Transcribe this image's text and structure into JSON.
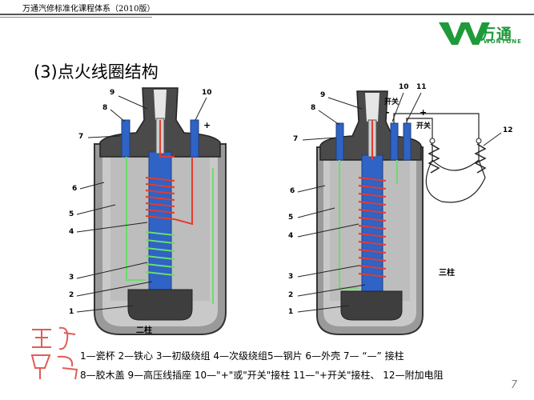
{
  "header": {
    "title": "万通汽修标准化课程体系（2010版）"
  },
  "logo": {
    "cn": "万通",
    "en": "WONTONE",
    "color": "#1f9a3a"
  },
  "heading": "(3)点火线圈结构",
  "left_coil": {
    "caption": "二柱",
    "numbers": [
      "9",
      "8",
      "7",
      "10",
      "+",
      "6",
      "5",
      "4",
      "3",
      "2",
      "1"
    ]
  },
  "right_coil": {
    "caption": "三柱",
    "numbers": [
      "9",
      "8",
      "7",
      "10",
      "11",
      "开关",
      "-",
      "+",
      "开关",
      "12",
      "6",
      "5",
      "4",
      "3",
      "2",
      "1"
    ]
  },
  "legend": {
    "line1": "1—瓷杯  2—铁心  3—初级绕组   4—次级绕组5—钢片  6—外壳  7— “—” 接柱",
    "line2": "8—胶木盖  9—高压线插座   10—\"+\"或\"开关\"接柱   11—\"+开关\"接柱、  12—附加电阻"
  },
  "page_number": "7",
  "colors": {
    "secondary_winding": "#e53a2f",
    "primary_winding": "#6bdc6b",
    "core": "#2f63c6",
    "case": "#b4b4b4",
    "cap": "#4a4a4a"
  }
}
